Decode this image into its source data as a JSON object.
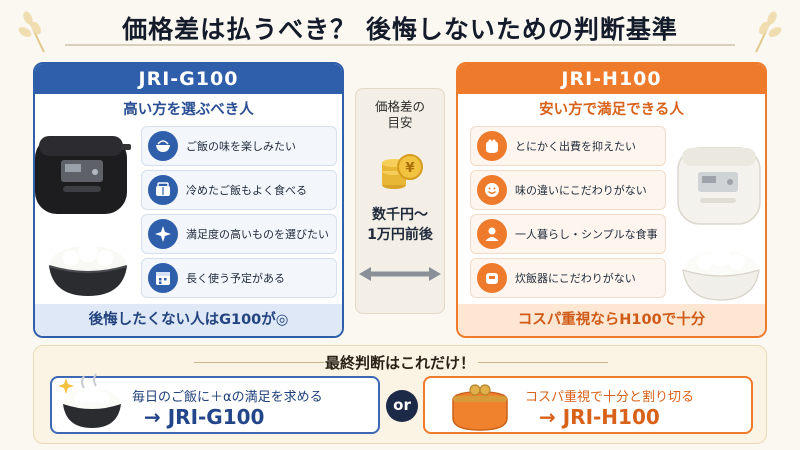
{
  "title": "価格差は払うべき？ 後悔しないための判断基準",
  "left_panel": {
    "heading": "JRI-G100",
    "subheading": "高い方を選ぶべき人",
    "items": [
      {
        "icon": "rice-bowl-icon",
        "text": "ご飯の味を楽しみたい"
      },
      {
        "icon": "lunchbox-icon",
        "text": "冷めたご飯もよく食べる"
      },
      {
        "icon": "sparkle-icon",
        "text": "満足度の高いものを選びたい"
      },
      {
        "icon": "calendar-icon",
        "text": "長く使う予定がある"
      }
    ],
    "footer": "後悔したくない人はG100が◎",
    "color": "#2f5fab"
  },
  "middle": {
    "label": "価格差の\n目安",
    "coin_icon": "coin-stack-icon",
    "price": "数千円～\n1万円前後",
    "arrow_icon": "double-arrow-icon"
  },
  "right_panel": {
    "heading": "JRI-H100",
    "subheading": "安い方で満足できる人",
    "items": [
      {
        "icon": "wallet-icon",
        "text": "とにかく出費を抑えたい"
      },
      {
        "icon": "smiley-icon",
        "text": "味の違いにこだわりがない"
      },
      {
        "icon": "person-icon",
        "text": "一人暮らし・シンプルな食事"
      },
      {
        "icon": "rice-cooker-icon",
        "text": "炊飯器にこだわりがない"
      }
    ],
    "footer": "コスパ重視ならH100で十分",
    "color": "#ee7a2c"
  },
  "final": {
    "title": "最終判断はこれだけ！",
    "choice_a": {
      "desc": "毎日のご飯に＋αの満足を求める",
      "target": "→ JRI-G100"
    },
    "or": "or",
    "choice_b": {
      "desc": "コスパ重視で十分と割り切る",
      "target": "→ JRI-H100"
    }
  }
}
